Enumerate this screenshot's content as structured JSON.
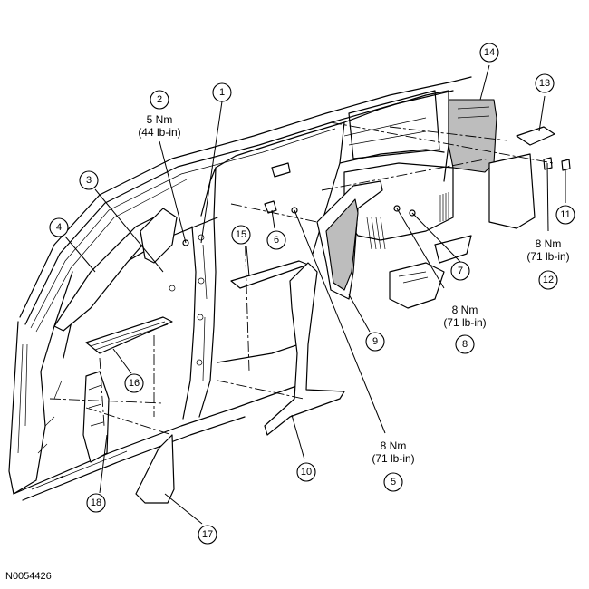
{
  "figure_id": "N0054426",
  "callouts": [
    {
      "number": "1"
    },
    {
      "number": "2"
    },
    {
      "number": "3"
    },
    {
      "number": "4"
    },
    {
      "number": "5"
    },
    {
      "number": "6"
    },
    {
      "number": "7"
    },
    {
      "number": "8"
    },
    {
      "number": "9"
    },
    {
      "number": "10"
    },
    {
      "number": "11"
    },
    {
      "number": "12"
    },
    {
      "number": "13"
    },
    {
      "number": "14"
    },
    {
      "number": "15"
    },
    {
      "number": "16"
    },
    {
      "number": "17"
    },
    {
      "number": "18"
    }
  ],
  "torque_specs": {
    "item2": {
      "metric": "5 Nm",
      "imperial": "(44 lb-in)"
    },
    "item5": {
      "metric": "8 Nm",
      "imperial": "(71 lb-in)"
    },
    "item8": {
      "metric": "8 Nm",
      "imperial": "(71 lb-in)"
    },
    "item12": {
      "metric": "8 Nm",
      "imperial": "(71 lb-in)"
    }
  }
}
